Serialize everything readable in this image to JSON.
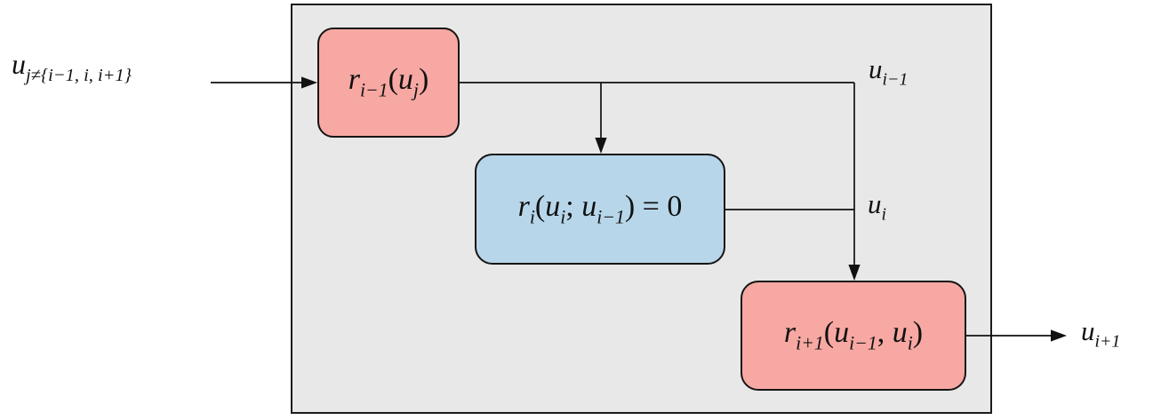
{
  "diagram": {
    "type": "block-diagram",
    "description": "Sequential residual evaluation flow diagram with a system boundary",
    "colors": {
      "boundary_fill": "#e8e8e8",
      "boundary_stroke": "#1c1c1c",
      "node_pink": "#f7a8a3",
      "node_blue": "#b7d6ea",
      "wire_stroke": "#111111"
    },
    "input_label": {
      "text": "u_{j≠{i−1, i, i+1}}",
      "math": [
        {
          "t": "u",
          "i": true
        },
        {
          "t": "j≠{i−1, i, i+1}",
          "sub": true,
          "i": true
        }
      ]
    },
    "nodes": [
      {
        "id": "residual-prev",
        "fill": "pink",
        "text": "r_{i−1}(u_j)",
        "math": [
          {
            "t": "r",
            "i": true
          },
          {
            "t": "i−1",
            "sub": true,
            "i": true
          },
          {
            "t": "("
          },
          {
            "t": "u",
            "i": true
          },
          {
            "t": "j",
            "sub": true,
            "i": true
          },
          {
            "t": ")"
          }
        ]
      },
      {
        "id": "residual-i",
        "fill": "blue",
        "text": "r_i(u_i; u_{i−1}) = 0",
        "math": [
          {
            "t": "r",
            "i": true
          },
          {
            "t": "i",
            "sub": true,
            "i": true
          },
          {
            "t": "("
          },
          {
            "t": "u",
            "i": true
          },
          {
            "t": "i",
            "sub": true,
            "i": true
          },
          {
            "t": "; "
          },
          {
            "t": "u",
            "i": true
          },
          {
            "t": "i−1",
            "sub": true,
            "i": true
          },
          {
            "t": ")"
          },
          {
            "t": " = 0"
          }
        ]
      },
      {
        "id": "residual-next",
        "fill": "pink",
        "text": "r_{i+1}(u_{i−1}, u_i)",
        "math": [
          {
            "t": "r",
            "i": true
          },
          {
            "t": "i+1",
            "sub": true,
            "i": true
          },
          {
            "t": "("
          },
          {
            "t": "u",
            "i": true
          },
          {
            "t": "i−1",
            "sub": true,
            "i": true
          },
          {
            "t": ", "
          },
          {
            "t": "u",
            "i": true
          },
          {
            "t": "i",
            "sub": true,
            "i": true
          },
          {
            "t": ")"
          }
        ]
      }
    ],
    "edge_labels": {
      "u_prev": {
        "text": "u_{i−1}",
        "math": [
          {
            "t": "u",
            "i": true
          },
          {
            "t": "i−1",
            "sub": true,
            "i": true
          }
        ]
      },
      "u_i": {
        "text": "u_i",
        "math": [
          {
            "t": "u",
            "i": true
          },
          {
            "t": "i",
            "sub": true,
            "i": true
          }
        ]
      },
      "u_next": {
        "text": "u_{i+1}",
        "math": [
          {
            "t": "u",
            "i": true
          },
          {
            "t": "i+1",
            "sub": true,
            "i": true
          }
        ]
      }
    },
    "edges": [
      {
        "from": "external-input",
        "to": "residual-prev",
        "arrow": true
      },
      {
        "from": "residual-prev",
        "to": "residual-i",
        "arrow": true,
        "label": "u_prev branch"
      },
      {
        "from": "residual-prev",
        "to": "residual-next",
        "arrow": true,
        "label": "u_{i−1}"
      },
      {
        "from": "residual-i",
        "to": "u_prev wire",
        "arrow": false,
        "label": "u_i"
      },
      {
        "from": "residual-next",
        "to": "external-output",
        "arrow": true,
        "label": "u_{i+1}"
      }
    ]
  }
}
